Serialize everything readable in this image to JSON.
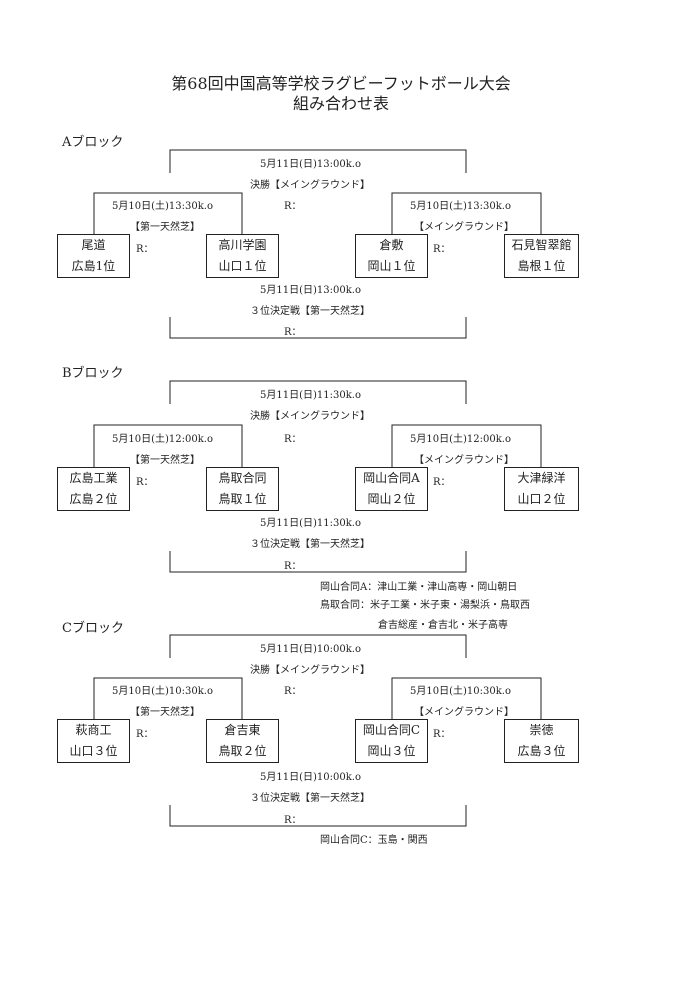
{
  "title": {
    "line1": "第68回中国高等学校ラグビーフットボール大会",
    "line2": "組み合わせ表"
  },
  "blocks": [
    {
      "name": "Aブロック",
      "final": {
        "time": "5月11日(日)13:00k.o",
        "label": "決勝【メイングラウンド】",
        "result": "R："
      },
      "semi_left": {
        "time": "5月10日(土)13:30k.o",
        "venue": "【第一天然芝】",
        "result": "R："
      },
      "semi_right": {
        "time": "5月10日(土)13:30k.o",
        "venue": "【メイングラウンド】",
        "result": "R："
      },
      "teams": [
        {
          "name": "尾道",
          "rank": "広島1位"
        },
        {
          "name": "高川学園",
          "rank": "山口１位"
        },
        {
          "name": "倉敷",
          "rank": "岡山１位"
        },
        {
          "name": "石見智翠館",
          "rank": "島根１位"
        }
      ],
      "third": {
        "time": "5月11日(日)13:00k.o",
        "label": "３位決定戦【第一天然芝】",
        "result": "R："
      }
    },
    {
      "name": "Bブロック",
      "final": {
        "time": "5月11日(日)11:30k.o",
        "label": "決勝【メイングラウンド】",
        "result": "R："
      },
      "semi_left": {
        "time": "5月10日(土)12:00k.o",
        "venue": "【第一天然芝】",
        "result": "R："
      },
      "semi_right": {
        "time": "5月10日(土)12:00k.o",
        "venue": "【メイングラウンド】",
        "result": "R："
      },
      "teams": [
        {
          "name": "広島工業",
          "rank": "広島２位"
        },
        {
          "name": "鳥取合同",
          "rank": "鳥取１位"
        },
        {
          "name": "岡山合同A",
          "rank": "岡山２位"
        },
        {
          "name": "大津緑洋",
          "rank": "山口２位"
        }
      ],
      "third": {
        "time": "5月11日(日)11:30k.o",
        "label": "３位決定戦【第一天然芝】",
        "result": "R："
      },
      "notes": [
        "岡山合同A：津山工業・津山高専・岡山朝日",
        "鳥取合同：米子工業・米子東・湯梨浜・鳥取西",
        "倉吉総産・倉吉北・米子高専"
      ]
    },
    {
      "name": "Cブロック",
      "final": {
        "time": "5月11日(日)10:00k.o",
        "label": "決勝【メイングラウンド】",
        "result": "R："
      },
      "semi_left": {
        "time": "5月10日(土)10:30k.o",
        "venue": "【第一天然芝】",
        "result": "R："
      },
      "semi_right": {
        "time": "5月10日(土)10:30k.o",
        "venue": "【メイングラウンド】",
        "result": "R："
      },
      "teams": [
        {
          "name": "萩商工",
          "rank": "山口３位"
        },
        {
          "name": "倉吉東",
          "rank": "鳥取２位"
        },
        {
          "name": "岡山合同C",
          "rank": "岡山３位"
        },
        {
          "name": "崇徳",
          "rank": "広島３位"
        }
      ],
      "third": {
        "time": "5月11日(日)10:00k.o",
        "label": "３位決定戦【第一天然芝】",
        "result": "R："
      },
      "notes": [
        "岡山合同C：玉島・関西"
      ]
    }
  ]
}
